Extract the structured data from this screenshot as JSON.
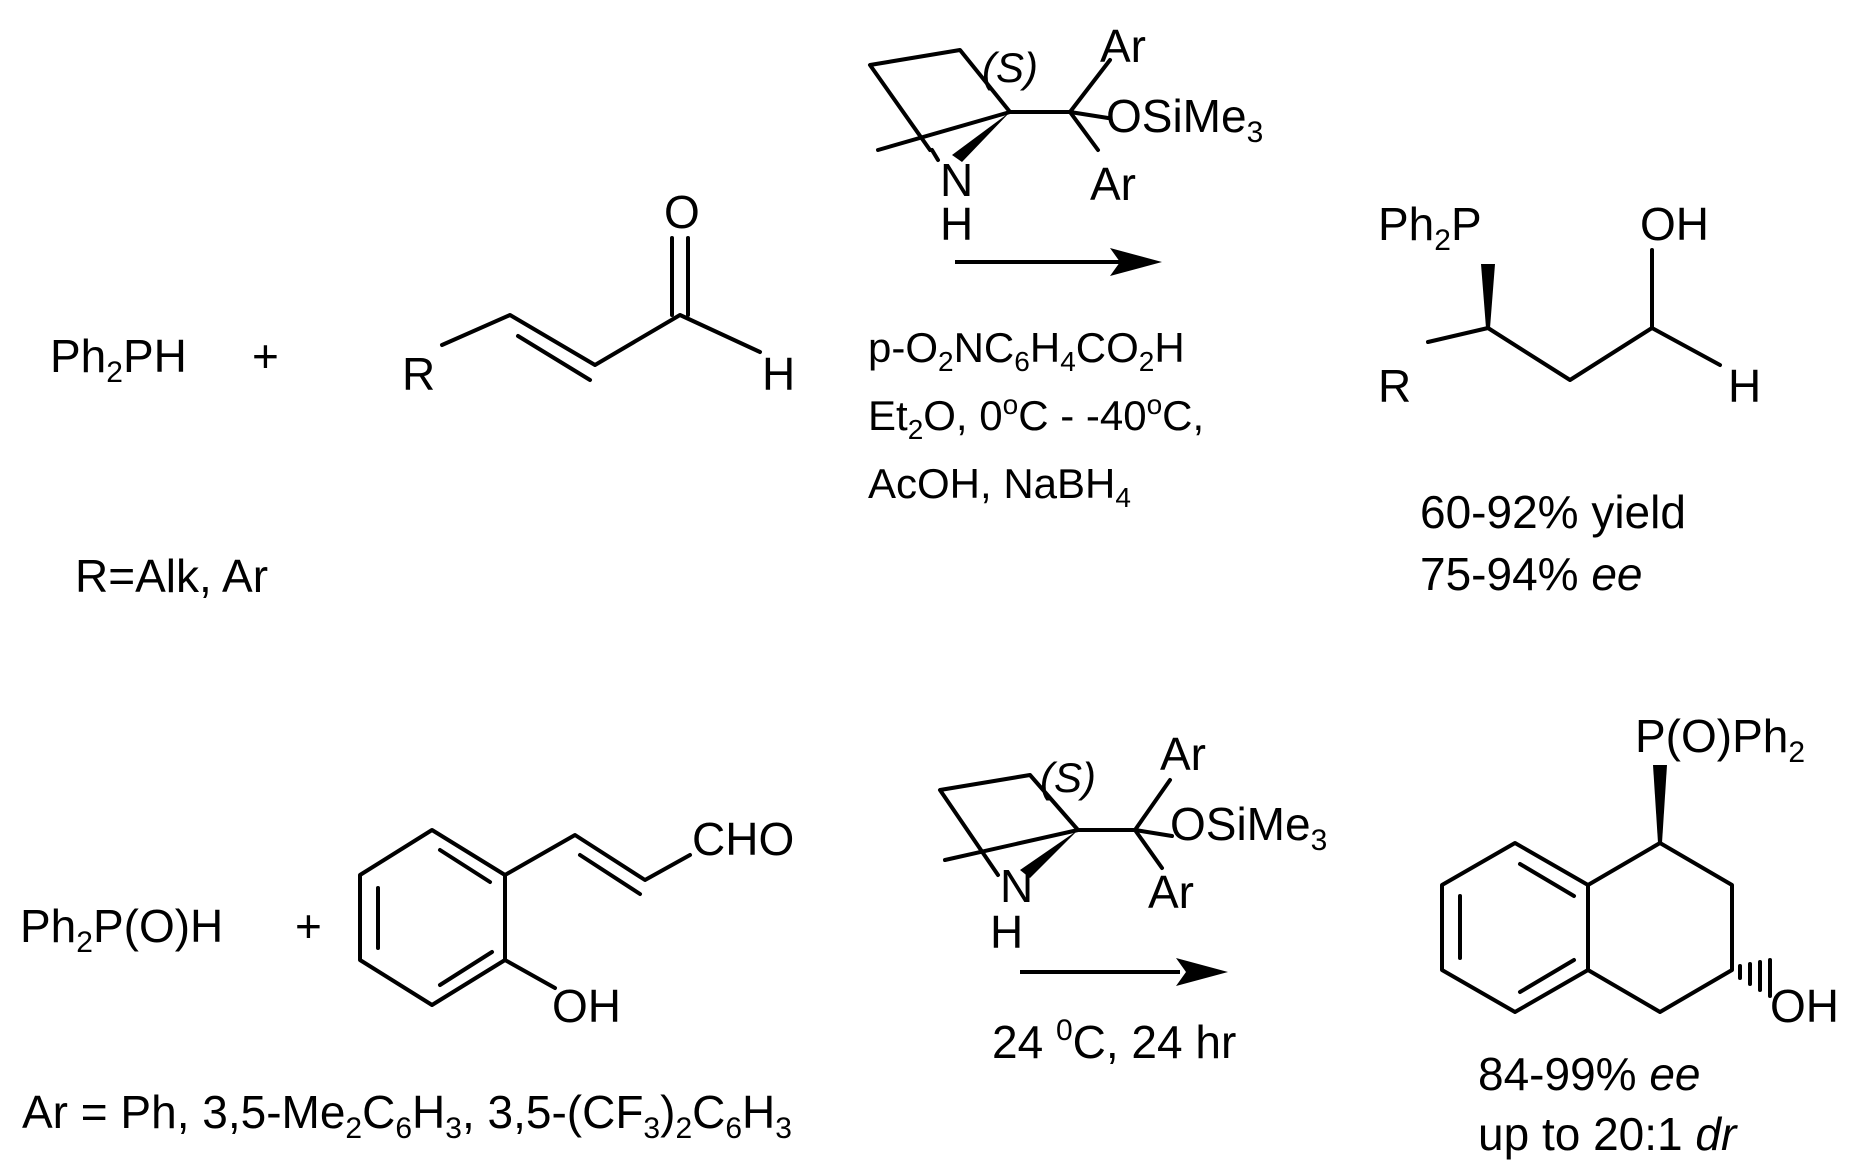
{
  "reaction1": {
    "reactant1": "Ph2PH",
    "plus": "+",
    "aldehyde": {
      "r": "R",
      "o": "O",
      "h": "H"
    },
    "r_def": "R=Alk, Ar",
    "catalyst": {
      "ar_top": "Ar",
      "stereo": "(S)",
      "osime3_a": "OSiMe",
      "osime3_sub": "3",
      "ar_bottom": "Ar",
      "n": "N",
      "nh": "H"
    },
    "conditions": [
      "p-O2NC6H4CO2H",
      "Et2O, 0oC - -40oC,",
      "AcOH, NaBH4"
    ],
    "product": {
      "ph2p": "Ph2P",
      "oh": "OH",
      "r": "R",
      "h": "H"
    },
    "yield": "60-92% yield",
    "ee_value": "75-94%",
    "ee_label": "ee"
  },
  "reaction2": {
    "reactant1": "Ph2P(O)H",
    "plus": "+",
    "aldehyde": {
      "cho": "CHO",
      "oh": "OH"
    },
    "ar_def": "Ar = Ph, 3,5-Me2C6H3, 3,5-(CF3)2C6H3",
    "catalyst": {
      "ar_top": "Ar",
      "stereo": "(S)",
      "osime3_a": "OSiMe",
      "osime3_sub": "3",
      "ar_bottom": "Ar",
      "n": "N",
      "nh": "H"
    },
    "conditions": "24 0C, 24 hr",
    "product": {
      "p_o_ph2": "P(O)Ph2",
      "oh": "OH"
    },
    "ee_value": "84-99%",
    "ee_label": "ee",
    "dr_prefix": "up to 20:1",
    "dr_label": "dr"
  }
}
